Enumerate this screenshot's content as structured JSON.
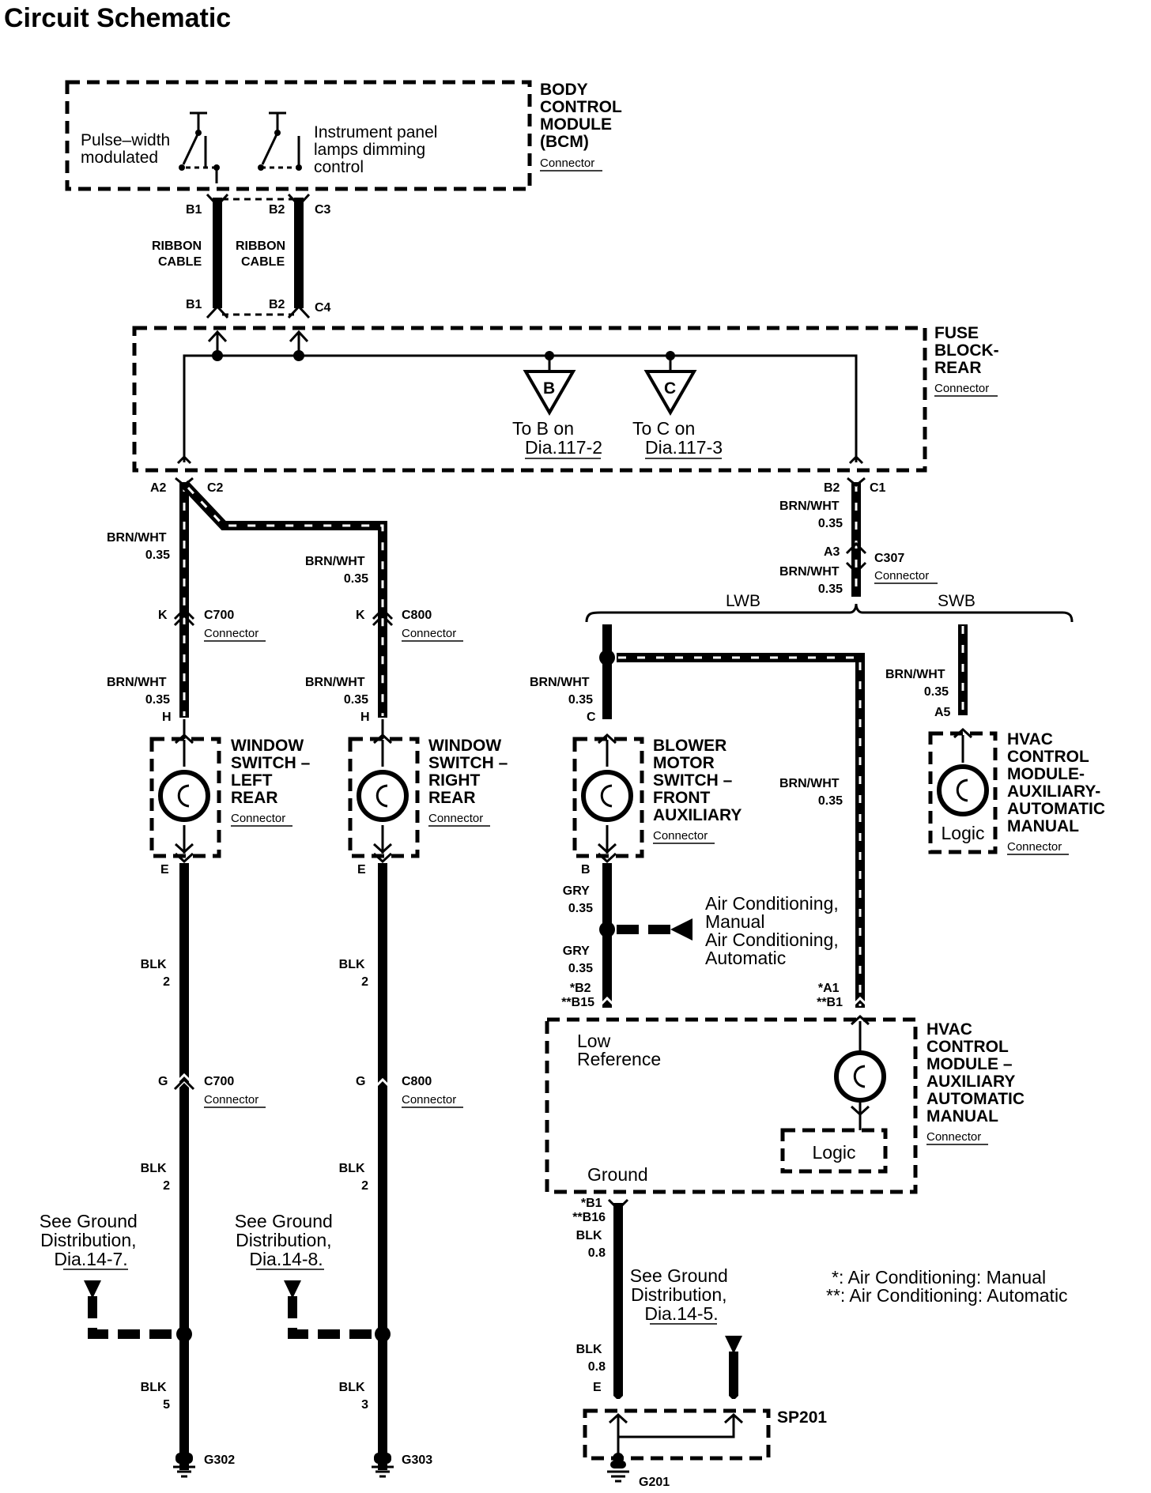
{
  "title": "Circuit Schematic",
  "bcm": {
    "name_lines": [
      "BODY",
      "CONTROL",
      "MODULE",
      "(BCM)"
    ],
    "connector": "Connector",
    "pwm_lines": [
      "Pulse–width",
      "modulated"
    ],
    "ipl_lines": [
      "Instrument panel",
      "lamps dimming",
      "control"
    ],
    "pin_b1_top": "B1",
    "pin_b2_top": "B2",
    "pin_c3": "C3",
    "pin_b1_bot": "B1",
    "pin_b2_bot": "B2",
    "pin_c4": "C4",
    "ribbon_left": [
      "RIBBON",
      "CABLE"
    ],
    "ribbon_right": [
      "RIBBON",
      "CABLE"
    ]
  },
  "fuse_block": {
    "name_lines": [
      "FUSE",
      "BLOCK-",
      "REAR"
    ],
    "connector": "Connector",
    "ref_b": {
      "letter": "B",
      "line1": "To B on",
      "line2": "Dia.117-2"
    },
    "ref_c": {
      "letter": "C",
      "line1": "To C on",
      "line2": "Dia.117-3"
    },
    "pin_a2": "A2",
    "pin_c2": "C2",
    "pin_b2": "B2",
    "pin_c1": "C1"
  },
  "left_branch": {
    "wire1": [
      "BRN/WHT",
      "0.35"
    ],
    "pin_k": "K",
    "conn_c700": "C700",
    "conn_label": "Connector",
    "wire2": [
      "BRN/WHT",
      "0.35"
    ],
    "pin_h": "H",
    "switch_lines": [
      "WINDOW",
      "SWITCH –",
      "LEFT",
      "REAR"
    ],
    "switch_connector": "Connector",
    "pin_e": "E",
    "wire3": [
      "BLK",
      "2"
    ],
    "pin_g": "G",
    "conn2_c700": "C700",
    "conn2_label": "Connector",
    "wire4": [
      "BLK",
      "2"
    ],
    "ground_ref": [
      "See Ground",
      "Distribution,",
      "Dia.14-7."
    ],
    "wire5": [
      "BLK",
      "5"
    ],
    "ground": "G302"
  },
  "right_branch": {
    "wire1": [
      "BRN/WHT",
      "0.35"
    ],
    "pin_k": "K",
    "conn_c800": "C800",
    "conn_label": "Connector",
    "wire2": [
      "BRN/WHT",
      "0.35"
    ],
    "pin_h": "H",
    "switch_lines": [
      "WINDOW",
      "SWITCH –",
      "RIGHT",
      "REAR"
    ],
    "switch_connector": "Connector",
    "pin_e": "E",
    "wire3": [
      "BLK",
      "2"
    ],
    "pin_g": "G",
    "conn2_c800": "C800",
    "conn2_label": "Connector",
    "wire4": [
      "BLK",
      "2"
    ],
    "ground_ref": [
      "See Ground",
      "Distribution,",
      "Dia.14-8."
    ],
    "wire5": [
      "BLK",
      "3"
    ],
    "ground": "G303"
  },
  "hvac_side": {
    "wire1": [
      "BRN/WHT",
      "0.35"
    ],
    "pin_a3": "A3",
    "conn_c307": "C307",
    "conn_label": "Connector",
    "wire2": [
      "BRN/WHT",
      "0.35"
    ],
    "lwb": "LWB",
    "swb": "SWB",
    "wire_blower": [
      "BRN/WHT",
      "0.35"
    ],
    "pin_c": "C",
    "blower_lines": [
      "BLOWER",
      "MOTOR",
      "SWITCH –",
      "FRONT",
      "AUXILIARY"
    ],
    "blower_connector": "Connector",
    "pin_b": "B",
    "gry1": [
      "GRY",
      "0.35"
    ],
    "ac_lines": [
      "Air Conditioning,",
      "Manual",
      "Air Conditioning,",
      "Automatic"
    ],
    "gry2": [
      "GRY",
      "0.35"
    ],
    "pin_b2_manual": "*B2",
    "pin_b15_auto": "**B15",
    "wire_long": [
      "BRN/WHT",
      "0.35"
    ],
    "pin_a1_manual": "*A1",
    "pin_b1_auto": "**B1",
    "swb_wire": [
      "BRN/WHT",
      "0.35"
    ],
    "pin_a5": "A5",
    "hvac_small_lines": [
      "HVAC",
      "CONTROL",
      "MODULE-",
      "AUXILIARY-",
      "AUTOMATIC",
      "MANUAL"
    ],
    "hvac_small_logic": "Logic",
    "hvac_small_connector": "Connector",
    "hvac_big_lines": [
      "HVAC",
      "CONTROL",
      "MODULE –",
      "AUXILIARY",
      "AUTOMATIC",
      "MANUAL"
    ],
    "hvac_big_connector": "Connector",
    "low_ref": [
      "Low",
      "Reference"
    ],
    "ground_text": "Ground",
    "logic": "Logic",
    "pin_b1_manual": "*B1",
    "pin_b16_auto": "**B16",
    "blk1": [
      "BLK",
      "0.8"
    ],
    "ground_ref": [
      "See Ground",
      "Distribution,",
      "Dia.14-5."
    ],
    "blk2": [
      "BLK",
      "0.8"
    ],
    "pin_e": "E",
    "splice": "SP201",
    "ground": "G201"
  },
  "notes": [
    "*: Air Conditioning: Manual",
    "**: Air Conditioning: Automatic"
  ]
}
